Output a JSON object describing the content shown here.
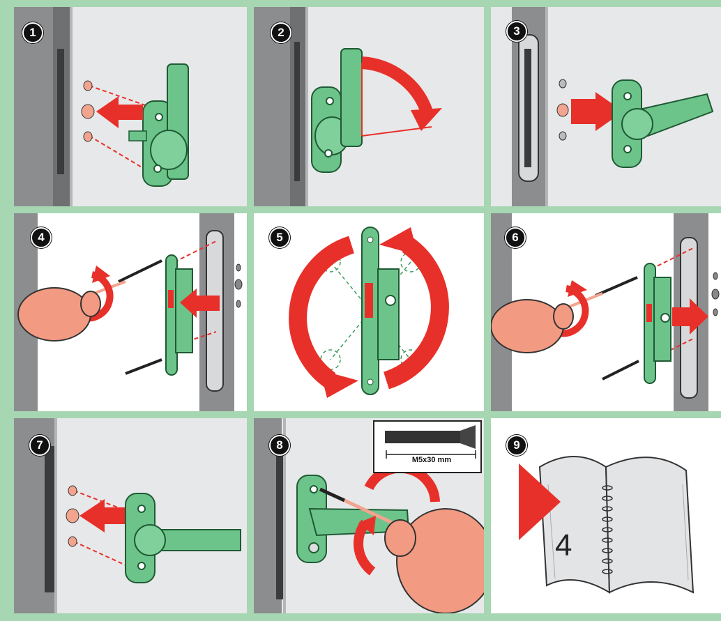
{
  "steps": [
    {
      "number": "1"
    },
    {
      "number": "2"
    },
    {
      "number": "3"
    },
    {
      "number": "4"
    },
    {
      "number": "5"
    },
    {
      "number": "6"
    },
    {
      "number": "7"
    },
    {
      "number": "8"
    },
    {
      "number": "9"
    }
  ],
  "screw_spec": "M5x30 mm",
  "manual_page_number": "4",
  "colors": {
    "background_frame": "#a6d6b2",
    "panel_bg": "#e7e8e9",
    "handle_green": "#6cc48a",
    "arrow_red": "#e8302a",
    "door_frame_gray": "#8c8d8f"
  }
}
